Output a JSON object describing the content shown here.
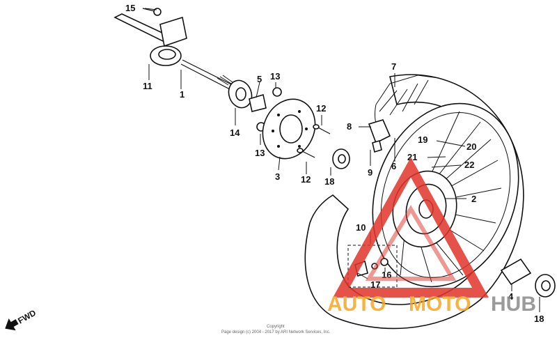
{
  "diagram": {
    "part_labels": {
      "p1": "1",
      "p2": "2",
      "p3": "3",
      "p4": "4",
      "p5": "5",
      "p6": "6",
      "p7": "7",
      "p8": "8",
      "p9": "9",
      "p10": "10",
      "p11": "11",
      "p12a": "12",
      "p12b": "12",
      "p13a": "13",
      "p13b": "13",
      "p14": "14",
      "p15": "15",
      "p16": "16",
      "p17": "17",
      "p18a": "18",
      "p18b": "18",
      "p19": "19",
      "p20": "20",
      "p21": "21",
      "p22": "22"
    },
    "direction": "FWD",
    "copyright_line1": "Copyright",
    "copyright_line2": "Page design (c) 2004 - 2017 by ARI Network Services, Inc."
  },
  "watermark": {
    "part1": "AUTO",
    "part2": "MOTO",
    "part3": "HUB",
    "colors": {
      "red": "#e0352b",
      "orange": "#f5a623",
      "gray": "#8a8a8a"
    }
  }
}
